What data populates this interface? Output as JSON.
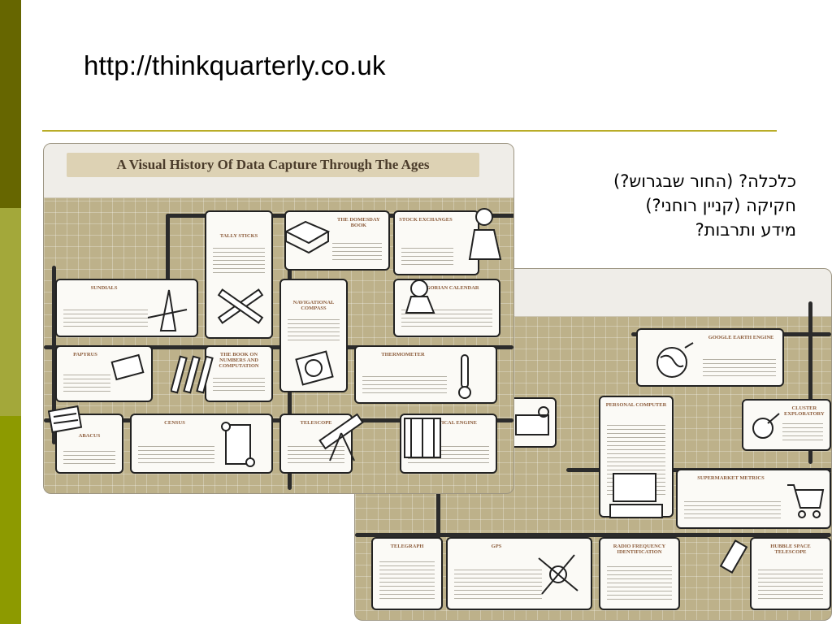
{
  "slide": {
    "title": "http://thinkquarterly.co.uk",
    "hebrew_lines": [
      "כלכלה? (החור שבגרוש?)",
      "חקיקה (קניין רוחני?)",
      "מידע ותרבות?"
    ]
  },
  "poster_front": {
    "banner": "A Visual History Of Data Capture Through The Ages",
    "cards": [
      "TALLY STICKS",
      "THE DOMESDAY BOOK",
      "STOCK EXCHANGES",
      "SUNDIALS",
      "NAVIGATIONAL COMPASS",
      "GREGORIAN CALENDAR",
      "PAPYRUS",
      "THE BOOK ON NUMBERS AND COMPUTATION",
      "THERMOMETER",
      "ABACUS",
      "CENSUS",
      "TELESCOPE",
      "ANALYTICAL ENGINE"
    ]
  },
  "poster_back": {
    "cards": [
      "GOOGLE EARTH ENGINE",
      "PERSONAL COMPUTER",
      "CLUSTER EXPLORATORY",
      "SUPERMARKET METRICS",
      "TELEGRAPH",
      "GPS",
      "RADIO FREQUENCY IDENTIFICATION",
      "HUBBLE SPACE TELESCOPE"
    ]
  },
  "colors": {
    "accent_dark": "#666600",
    "accent_mid": "#a3a83a",
    "rule": "#b9ac28",
    "poster_tan": "#bdb18a"
  }
}
